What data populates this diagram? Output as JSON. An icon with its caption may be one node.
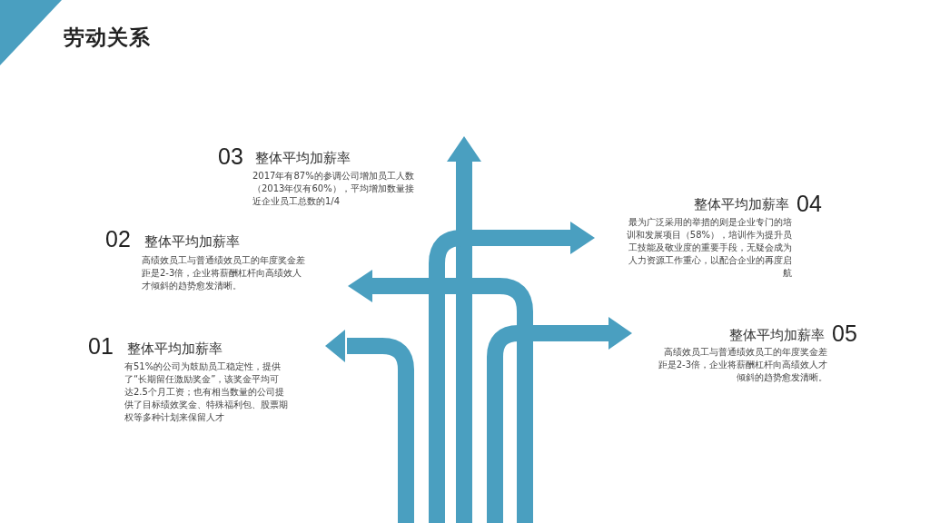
{
  "diagram": {
    "title": "劳动关系",
    "labels": [
      "03",
      "整体平均加薪率",
      "2017年有87%的参调公司增加员工人数（2013年仅有60%），平均增加数量接近企业员工总数的1/4",
      "04",
      "整体平均加薪率",
      "最为广泛采用的举措的则是企业专门的培训和发展项目（58%），培训作为提升员工技能及敬业度的重要手段，无疑会成为人力资源工作重心，以配合企业的再度启航",
      "02",
      "整体平均加薪率",
      "高绩效员工与普通绩效员工的年度奖金差距是2-3倍，企业将薪酬杠杆向高绩效人才倾斜的趋势愈发清晰。",
      "05",
      "整体平均加薪率",
      "高绩效员工与普通绩效员工的年度奖金差距是2-3倍，企业将薪酬杠杆向高绩效人才倾斜的趋势愈发清晰。",
      "01",
      "整体平均加薪率",
      "有51%的公司为鼓励员工稳定性，提供了“长期留任激励奖金”，该奖金平均可达2.5个月工资；也有相当数量的公司提供了目标绩效奖金、特殊福利包、股票期权等多种计划来保留人才"
    ]
  }
}
